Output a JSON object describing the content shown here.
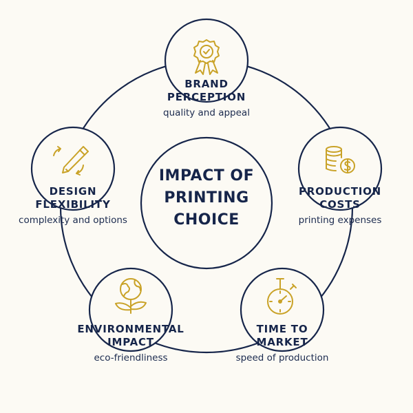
{
  "center": {
    "lines": [
      "IMPACT OF",
      "PRINTING",
      "CHOICE"
    ]
  },
  "colors": {
    "navy": "#16254a",
    "gold": "#c9a227",
    "background": "#fcfaf4"
  },
  "nodes": [
    {
      "id": "brand",
      "icon": "award-badge-icon",
      "title_lines": [
        "BRAND",
        "PERCEPTION"
      ],
      "subtitle": "quality and appeal"
    },
    {
      "id": "production",
      "icon": "coin-stack-dollar-icon",
      "title_lines": [
        "PRODUCTION",
        "COSTS"
      ],
      "subtitle": "printing expenses"
    },
    {
      "id": "time",
      "icon": "stopwatch-icon",
      "title_lines": [
        "TIME TO",
        "MARKET"
      ],
      "subtitle": "speed of production"
    },
    {
      "id": "environmental",
      "icon": "globe-sprout-icon",
      "title_lines": [
        "ENVIRONMENTAL",
        "IMPACT"
      ],
      "subtitle": "eco-friendliness"
    },
    {
      "id": "design",
      "icon": "pencil-arrows-icon",
      "title_lines": [
        "DESIGN",
        "FLEXIBILITY"
      ],
      "subtitle": "complexity and options"
    }
  ]
}
